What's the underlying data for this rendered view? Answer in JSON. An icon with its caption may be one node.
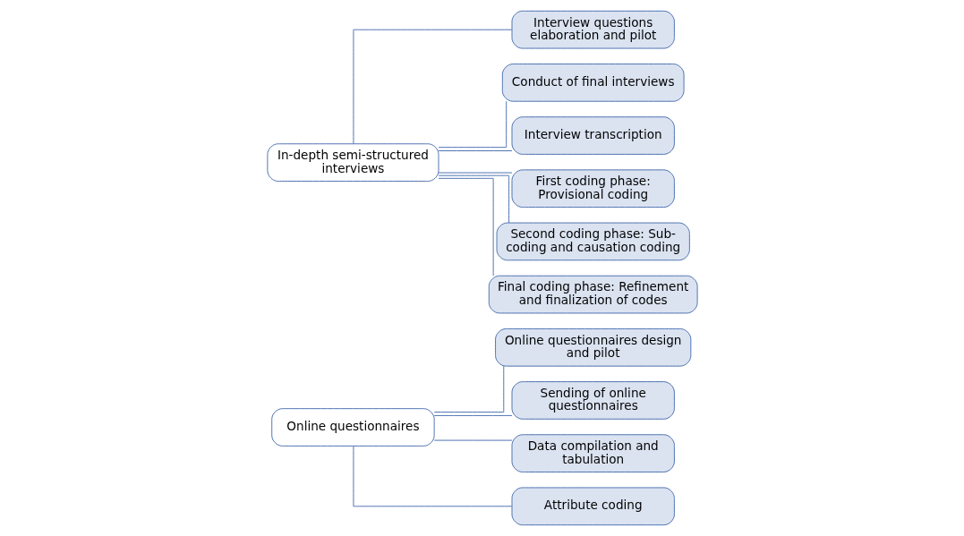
{
  "diagram": {
    "nodes": [
      {
        "text": [
          "Online questionnaires"
        ]
      },
      {
        "text": [
          "Online questionnaires design and pilot"
        ]
      },
      {
        "text": [
          "Sending of online questionnaires"
        ]
      },
      {
        "text": [
          "Data compilation and tabulation"
        ]
      },
      {
        "text": [
          "Attribute coding"
        ]
      },
      {
        "text": [
          "In-depth semi-structured interviews"
        ]
      },
      {
        "text": [
          "Interview questions elaboration and pilot"
        ]
      },
      {
        "text": [
          "Conduct of final interviews"
        ]
      },
      {
        "text": [
          "Interview transcription"
        ]
      },
      {
        "text": [
          "First coding phase: Provisional coding"
        ]
      },
      {
        "text": [
          "Second coding phase: Sub-coding and causation coding"
        ]
      },
      {
        "text": [
          "Final coding phase: Refinement and finalization of codes"
        ]
      }
    ],
    "edges": [
      {
        "from": 0,
        "to": 1,
        "arrow": "none"
      },
      {
        "from": 0,
        "to": 2,
        "arrow": "none"
      },
      {
        "from": 0,
        "to": 3,
        "arrow": "none"
      },
      {
        "from": 0,
        "to": 4,
        "arrow": "none"
      },
      {
        "from": 5,
        "to": 6,
        "arrow": "none"
      },
      {
        "from": 5,
        "to": 7,
        "arrow": "none"
      },
      {
        "from": 5,
        "to": 8,
        "arrow": "none"
      },
      {
        "from": 5,
        "to": 9,
        "arrow": "none"
      },
      {
        "from": 5,
        "to": 10,
        "arrow": "none"
      },
      {
        "from": 5,
        "to": 11,
        "arrow": "none"
      }
    ]
  }
}
